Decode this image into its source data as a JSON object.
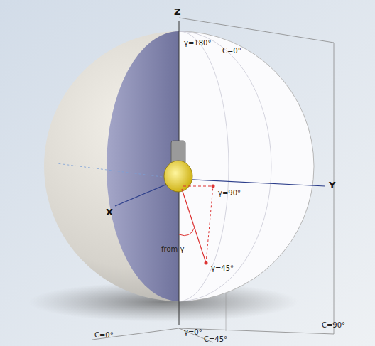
{
  "diagram": {
    "labels": [
      "Z",
      "γ=180°",
      "C=0°",
      "X",
      "Y",
      "γ=90°",
      "from γ",
      "γ=45°",
      "γ=0°",
      "C=0°",
      "C=45°",
      "C=90°"
    ]
  }
}
